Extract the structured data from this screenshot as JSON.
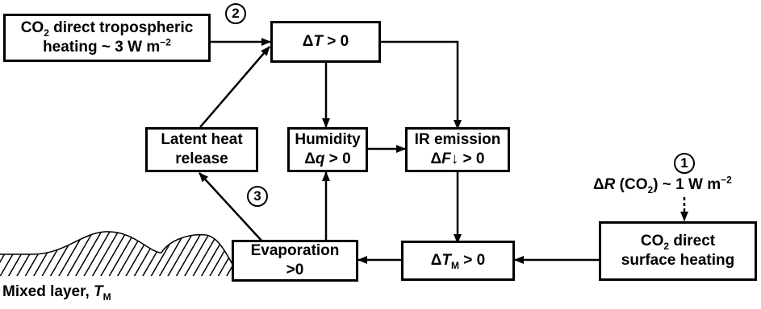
{
  "diagram": {
    "boxes": {
      "co2_tropo_line1_pre": "CO",
      "co2_tropo_line1_sub": "2",
      "co2_tropo_line1_post": " direct tropospheric",
      "co2_tropo_line2_pre": "heating ~ 3 W m",
      "co2_tropo_line2_sup": "−2",
      "delta_t_sym": "Δ",
      "delta_t_var": "T",
      "delta_t_rest": " > 0",
      "latent_line1": "Latent heat",
      "latent_line2": "release",
      "humidity_line1": "Humidity",
      "humidity_sym": "Δ",
      "humidity_var": "q",
      "humidity_rest": " > 0",
      "ir_line1": "IR emission",
      "ir_sym": "Δ",
      "ir_var": "F",
      "ir_rest": "↓ > 0",
      "evap_line1": "Evaporation",
      "evap_line2": ">0",
      "dtm_sym": "Δ",
      "dtm_var": "T",
      "dtm_sub": "M",
      "dtm_rest": " > 0",
      "co2_surf_line1_pre": "CO",
      "co2_surf_line1_sub": "2",
      "co2_surf_line1_post": " direct",
      "co2_surf_line2": "surface heating"
    },
    "labels": {
      "forcing_sym": "Δ",
      "forcing_var": "R",
      "forcing_mid_pre": " (CO",
      "forcing_mid_sub": "2",
      "forcing_mid_post": ") ~ 1 W m",
      "forcing_sup": "−2",
      "mixed_pre": "Mixed layer, ",
      "mixed_var": "T",
      "mixed_sub": "M"
    },
    "markers": {
      "one": "1",
      "two": "2",
      "three": "3"
    }
  }
}
